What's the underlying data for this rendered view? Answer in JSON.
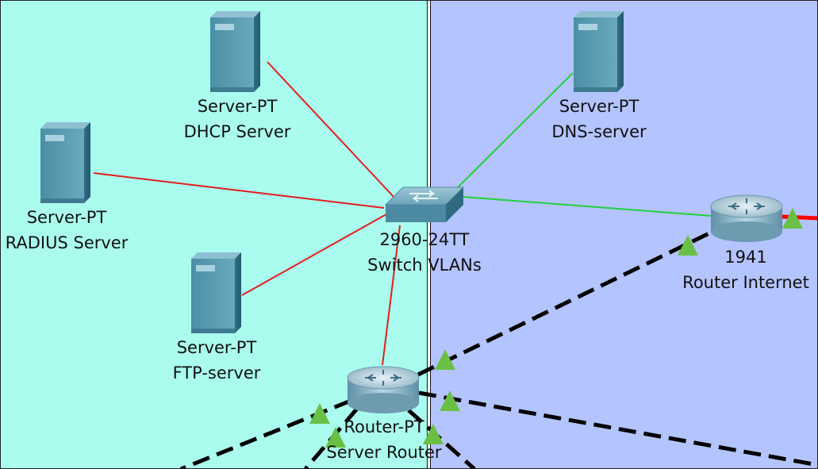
{
  "colors": {
    "left_zone": "#aafcee",
    "right_zone": "#b4c4ff",
    "link_red": "#e41c1c",
    "link_green": "#22d13a",
    "wan_dashed": "#000000",
    "status_up": "#6abf45",
    "internet_link": "#ff0000"
  },
  "devices": {
    "dhcp": {
      "model": "Server-PT",
      "name": "DHCP Server",
      "icon": "server-icon"
    },
    "radius": {
      "model": "Server-PT",
      "name": "RADIUS Server",
      "icon": "server-icon"
    },
    "ftp": {
      "model": "Server-PT",
      "name": "FTP-server",
      "icon": "server-icon"
    },
    "dns": {
      "model": "Server-PT",
      "name": "DNS-server",
      "icon": "server-icon"
    },
    "switch": {
      "model": "2960-24TT",
      "name": "Switch VLANs",
      "icon": "switch-icon"
    },
    "router_internet": {
      "model": "1941",
      "name": "Router Internet",
      "icon": "router-icon"
    },
    "router_server": {
      "model": "Router-PT",
      "name": "Server Router",
      "icon": "router-icon"
    }
  },
  "links": [
    {
      "from": "dhcp",
      "to": "switch",
      "color": "red",
      "style": "solid"
    },
    {
      "from": "radius",
      "to": "switch",
      "color": "red",
      "style": "solid"
    },
    {
      "from": "ftp",
      "to": "switch",
      "color": "red",
      "style": "solid"
    },
    {
      "from": "router_server",
      "to": "switch",
      "color": "red",
      "style": "solid"
    },
    {
      "from": "dns",
      "to": "switch",
      "color": "green",
      "style": "solid"
    },
    {
      "from": "switch",
      "to": "router_internet",
      "color": "green",
      "style": "solid"
    },
    {
      "from": "router_server",
      "to": "router_internet",
      "color": "black",
      "style": "dashed"
    }
  ]
}
